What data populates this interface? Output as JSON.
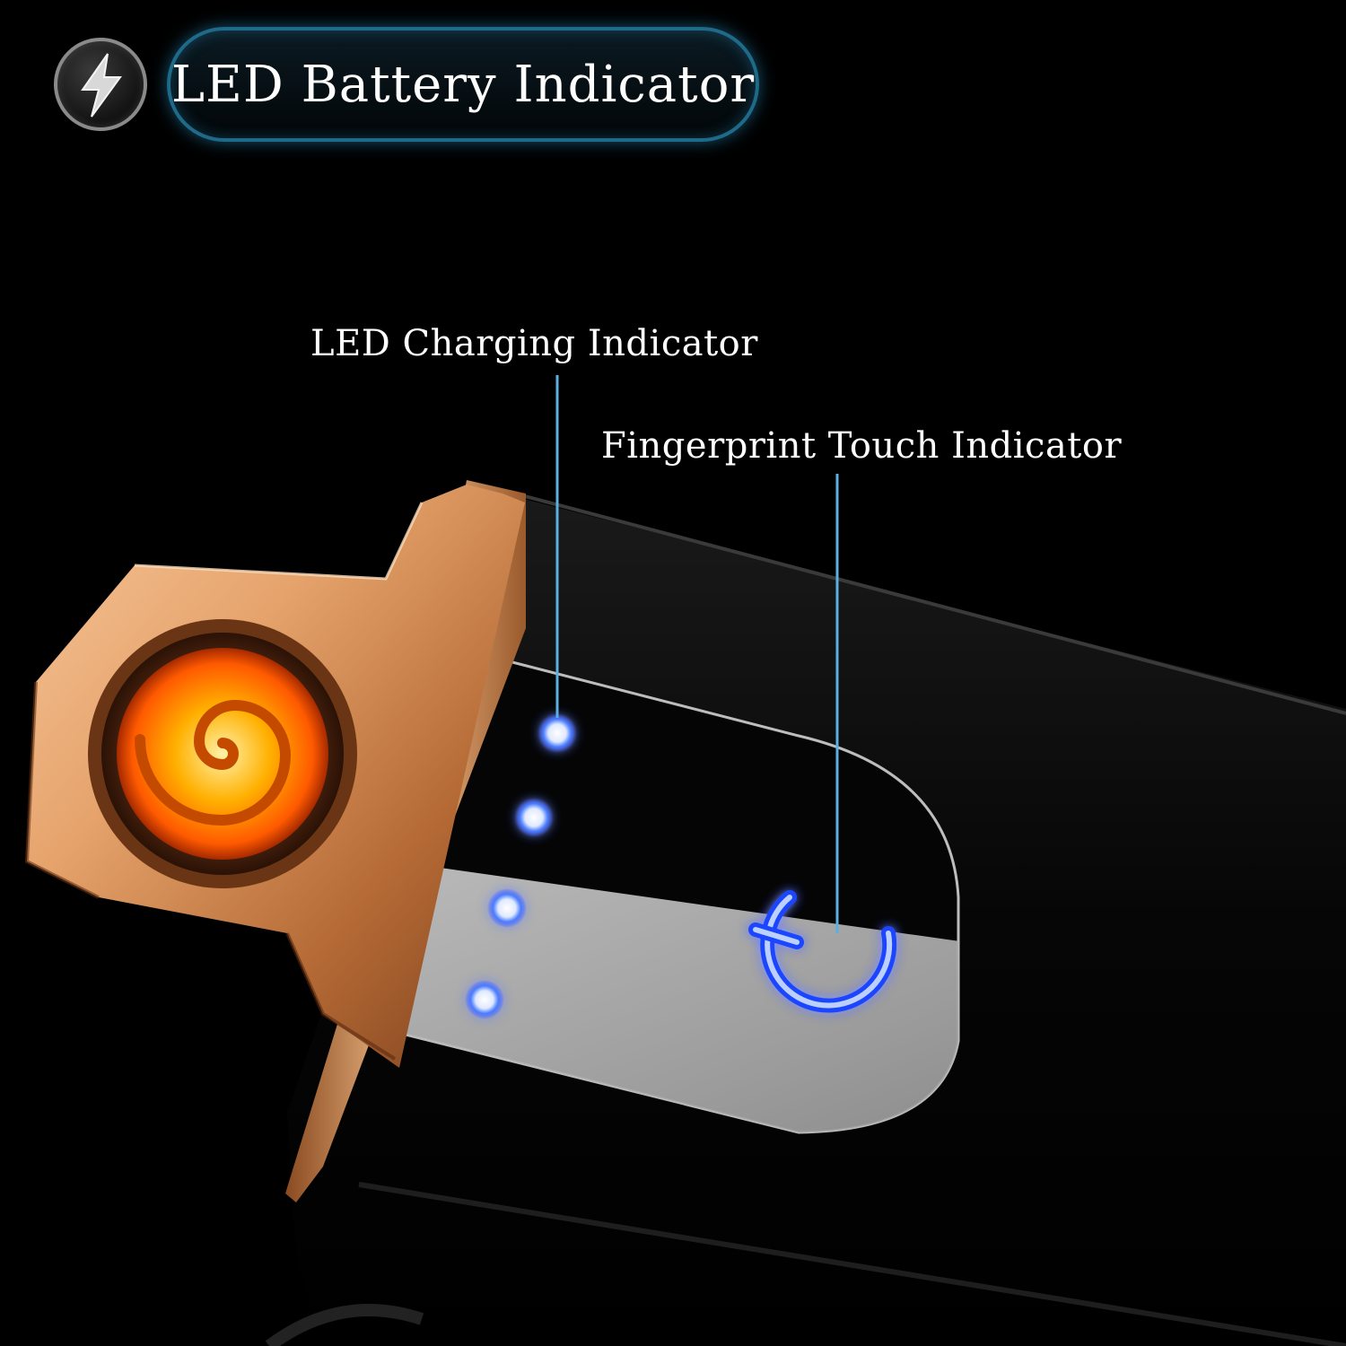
{
  "header": {
    "badge_icon": "lightning-bolt-icon",
    "title": "LED Battery Indicator",
    "accent_color": "#1f6a88"
  },
  "callouts": {
    "charging": "LED Charging Indicator",
    "touch": "Fingerprint Touch Indicator"
  },
  "device": {
    "coil_icon": "spiral-coil-icon",
    "power_icon": "power-icon",
    "led_count": 4,
    "led_color": "#4a90ff",
    "glow_color": "#1a4dff",
    "coil_color": "#ff8a00",
    "frame_color": "#d9925a"
  }
}
